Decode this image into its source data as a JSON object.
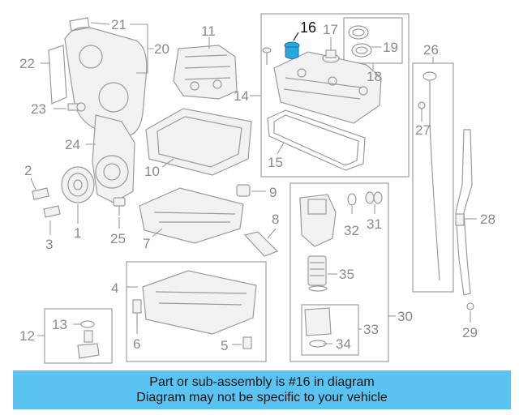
{
  "diagram": {
    "callouts": [
      "1",
      "2",
      "3",
      "4",
      "5",
      "6",
      "7",
      "8",
      "9",
      "10",
      "11",
      "12",
      "13",
      "14",
      "15",
      "16",
      "17",
      "18",
      "19",
      "20",
      "21",
      "22",
      "23",
      "24",
      "25",
      "26",
      "27",
      "28",
      "29",
      "30",
      "31",
      "32",
      "33",
      "34",
      "35"
    ],
    "highlighted_part": "16",
    "highlight_color": "#29a8e0"
  },
  "banner": {
    "line1": "Part or sub-assembly is #16 in diagram",
    "line2": "Diagram may not be specific to your vehicle",
    "background": "#5bc3f1"
  }
}
